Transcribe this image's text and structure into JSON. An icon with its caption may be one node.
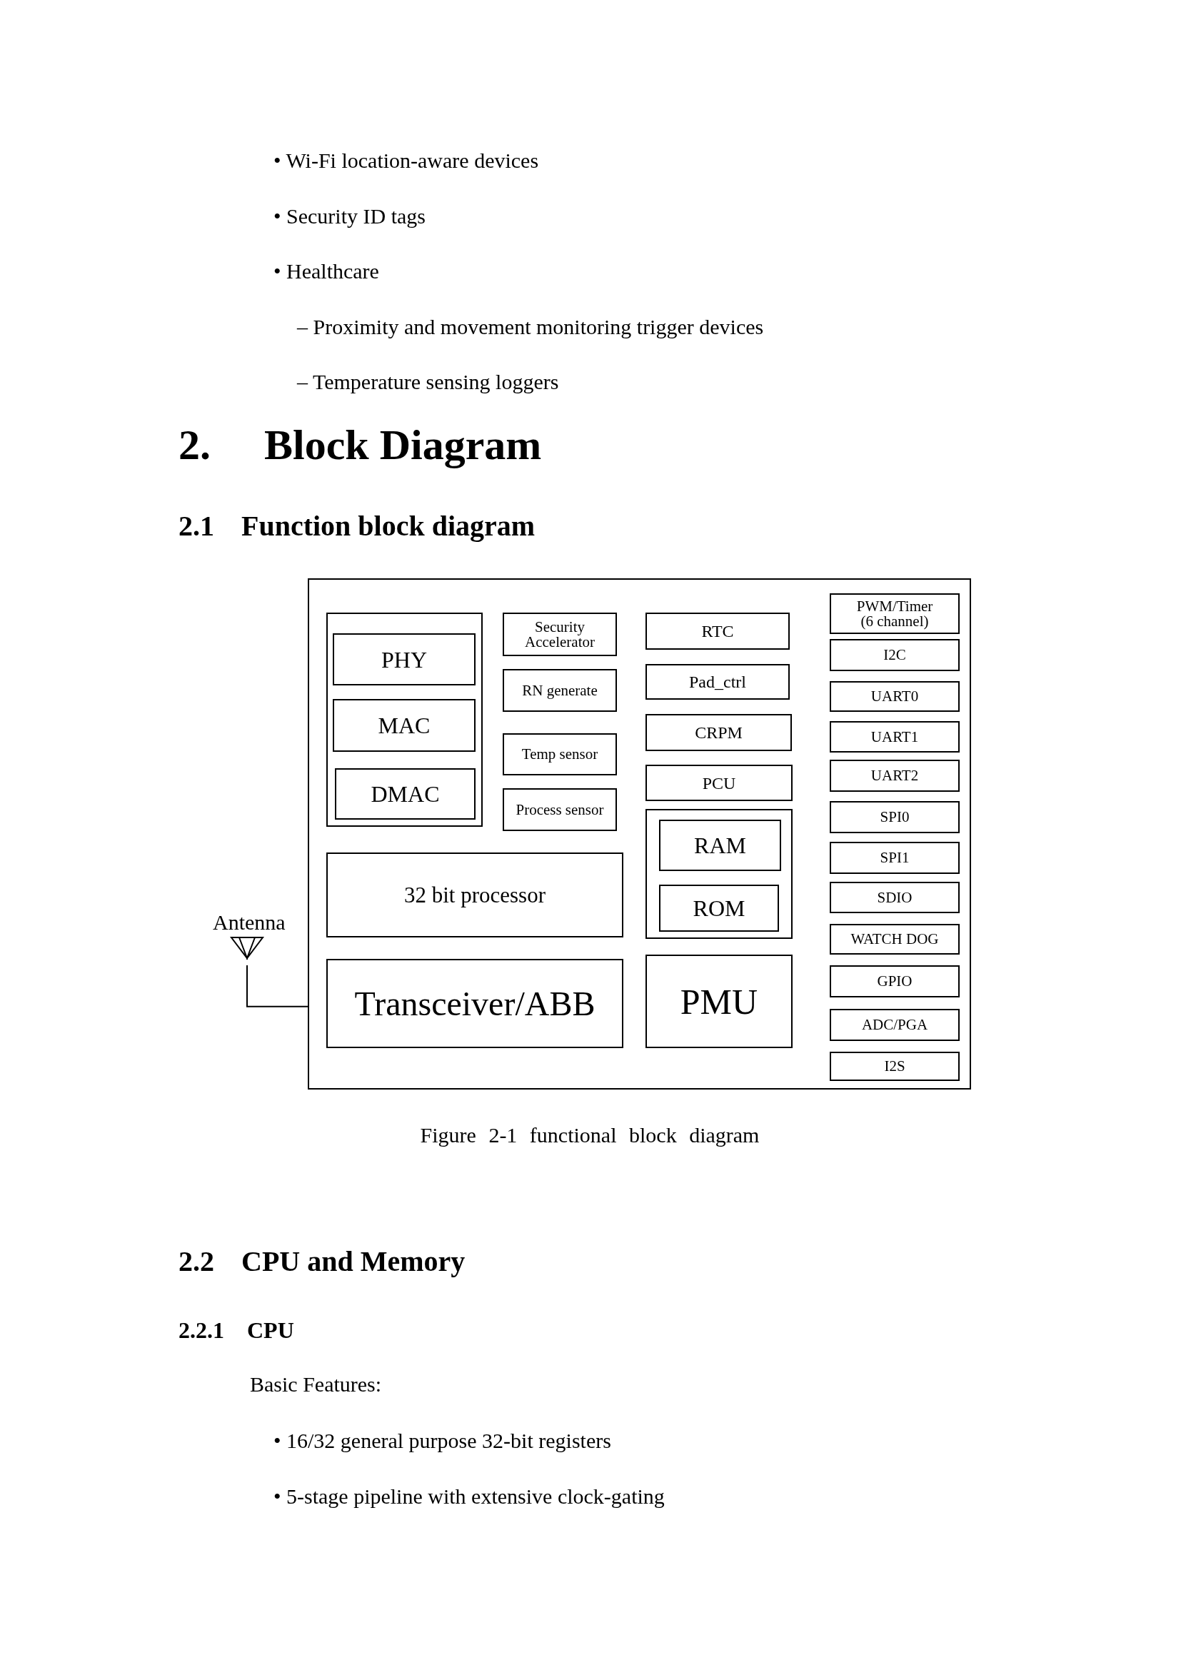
{
  "diagram": {
    "caption": "Figure 2-1 functional block diagram",
    "nodes": [
      {
        "text": [],
        "shape": "box"
      },
      {
        "text": [],
        "shape": "box",
        "in": 0
      },
      {
        "text": [
          "PHY"
        ],
        "in": 1
      },
      {
        "text": [
          "MAC"
        ],
        "in": 1
      },
      {
        "text": [
          "DMAC"
        ],
        "in": 1
      },
      {
        "text": [
          "32 bit processor"
        ],
        "in": 0
      },
      {
        "text": [
          "Transceiver/ABB"
        ],
        "in": 0
      },
      {
        "text": [
          "Security Accelerator"
        ],
        "in": 0
      },
      {
        "text": [
          "RN generate"
        ],
        "in": 0
      },
      {
        "text": [
          "Temp sensor"
        ],
        "in": 0
      },
      {
        "text": [
          "Process sensor"
        ],
        "in": 0
      },
      {
        "text": [
          "RTC"
        ],
        "in": 0
      },
      {
        "text": [
          "Pad_ctrl"
        ],
        "in": 0
      },
      {
        "text": [
          "CRPM"
        ],
        "in": 0
      },
      {
        "text": [
          "PCU"
        ],
        "in": 0
      },
      {
        "text": [],
        "shape": "box",
        "in": 0
      },
      {
        "text": [
          "RAM"
        ],
        "in": 15
      },
      {
        "text": [
          "ROM"
        ],
        "in": 15
      },
      {
        "text": [
          "PMU"
        ],
        "in": 0
      },
      {
        "text": [
          "PWM/Timer (6 channel)"
        ],
        "in": 0
      },
      {
        "text": [
          "I2C"
        ],
        "in": 0
      },
      {
        "text": [
          "UART0"
        ],
        "in": 0
      },
      {
        "text": [
          "UART1"
        ],
        "in": 0
      },
      {
        "text": [
          "UART2"
        ],
        "in": 0
      },
      {
        "text": [
          "SPI0"
        ],
        "in": 0
      },
      {
        "text": [
          "SPI1"
        ],
        "in": 0
      },
      {
        "text": [
          "SDIO"
        ],
        "in": 0
      },
      {
        "text": [
          "WATCH DOG"
        ],
        "in": 0
      },
      {
        "text": [
          "GPIO"
        ],
        "in": 0
      },
      {
        "text": [
          "ADC/PGA"
        ],
        "in": 0
      },
      {
        "text": [
          "I2S"
        ],
        "in": 0
      },
      {
        "text": [],
        "shape": "antenna"
      }
    ],
    "edges": [
      {
        "from": 31,
        "to": 6,
        "arrow": "none"
      }
    ],
    "labels": [
      "• Wi-Fi location-aware devices",
      "• Security ID tags",
      "• Healthcare",
      "– Proximity and movement monitoring trigger devices",
      "– Temperature sensing loggers",
      "2.",
      "Block Diagram",
      "2.1",
      "Function block diagram",
      "Antenna",
      "2.2",
      "CPU and Memory",
      "2.2.1",
      "CPU",
      "Basic Features:",
      "• 16/32 general purpose 32-bit registers",
      "• 5-stage pipeline with extensive clock-gating"
    ]
  }
}
